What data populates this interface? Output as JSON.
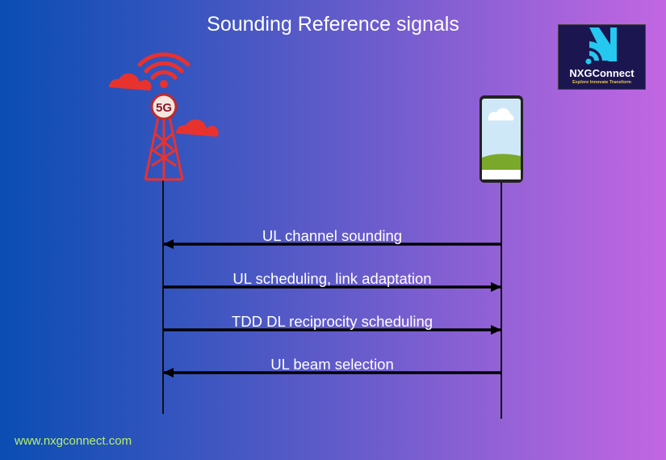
{
  "title": "Sounding Reference signals",
  "logo": {
    "name": "NXGConnect",
    "tagline": "Explore Innovate Transform"
  },
  "tower": {
    "badge": "5G"
  },
  "messages": [
    {
      "label": "UL channel sounding",
      "direction": "ue-to-gnb"
    },
    {
      "label": "UL scheduling, link adaptation",
      "direction": "gnb-to-ue"
    },
    {
      "label": "TDD DL reciprocity scheduling",
      "direction": "gnb-to-ue"
    },
    {
      "label": "UL beam selection",
      "direction": "ue-to-gnb"
    }
  ],
  "footer": {
    "url": "www.nxgconnect.com"
  },
  "colors": {
    "accent": "#b6f06a",
    "tower": "#e8322e",
    "logo_bg": "#1c1650",
    "logo_icon": "#25c8ef"
  }
}
